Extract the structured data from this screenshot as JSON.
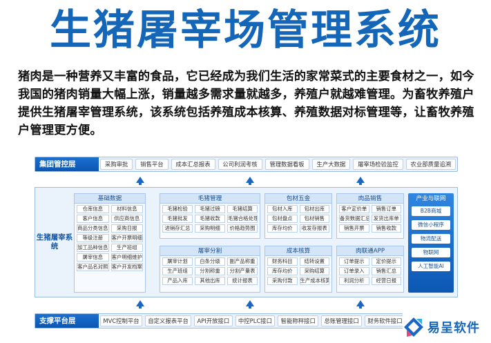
{
  "title": "生猪屠宰场管理系统",
  "intro": "猪肉是一种营养又丰富的食品，它已经成为我们生活的家常菜式的主要食材之一，如今我国的猪肉销量大幅上涨，销量越多需求量就越多，养殖户就越难管理。为畜牧养殖户提供生猪屠宰管理系统，该系统包括养殖成本核算、养殖数据对标管理等，让畜牧养殖户管理更方便。",
  "group_layer": {
    "label": "集团管控层",
    "items": [
      "采购审批",
      "销售平台",
      "成本汇总报表",
      "公司利润考核",
      "管理数据看板",
      "生产大数据",
      "屠宰场检验监控",
      "农业部质量追溯"
    ]
  },
  "system": {
    "label": "生猪屠宰系统",
    "modules": [
      {
        "title": "基础数据",
        "items": [
          "仓库信息",
          "材料信息",
          "客户信息",
          "供应商信息",
          "商品分类信息",
          "采购日报",
          "等级注册",
          "客户开票明细",
          "加工品种信息",
          "生产班组",
          "屠宰信息",
          "客户明细维护",
          "客户品名对照",
          "客户开发档案"
        ]
      },
      {
        "title": "毛猪管理",
        "items": [
          "毛猪检验",
          "毛猪过磅",
          "毛猪结算",
          "毛猪批发",
          "毛猪收款",
          "毛猪合格处理",
          "进销存汇总",
          "采购明细",
          "价格趋势图"
        ]
      },
      {
        "title": "包材五金",
        "items": [
          "包材入库",
          "包材出库",
          "包材盘点",
          "包材销售",
          "库存均价",
          "收发存报表"
        ]
      },
      {
        "title": "肉品销售",
        "items": [
          "客户定价单",
          "销售订单",
          "备货数据汇总",
          "发货出库单",
          "销售开票",
          "销售收款"
        ]
      },
      {
        "title": "屠宰分割",
        "items": [
          "屠宰计划",
          "白条分级",
          "副产品称重",
          "生产班组",
          "分割称重",
          "分割产量表",
          "产品入库",
          "其他出库",
          "统计报表"
        ]
      },
      {
        "title": "成本核算",
        "items": [
          "财务科目",
          "结转设置",
          "库存均价",
          "采购结算",
          "采购付款",
          "生产成本核算"
        ]
      },
      {
        "title": "肉联通APP",
        "items": [
          "订单提示",
          "定价提示",
          "订单录入",
          "销售汇总",
          "利润分析",
          "经营日报"
        ]
      }
    ],
    "iot": {
      "title": "产业与联网",
      "items": [
        "B2B商城",
        "微信小程序",
        "物流配送",
        "物联网",
        "人工智能AI"
      ]
    }
  },
  "support_layer": {
    "label": "支撑平台层",
    "items": [
      "MVC控制平台",
      "自定义报表平台",
      "API开放接口",
      "中控PLC接口",
      "智能称秤接口",
      "总账管理接口",
      "财务软件接口"
    ]
  },
  "logo": {
    "text": "易呈软件",
    "colors": [
      "#1a66c4",
      "#e2487a",
      "#2fb0e8"
    ]
  },
  "colors": {
    "title": "#1466b8",
    "accent": "#0b57b3",
    "panel": "#eaf2fc"
  }
}
